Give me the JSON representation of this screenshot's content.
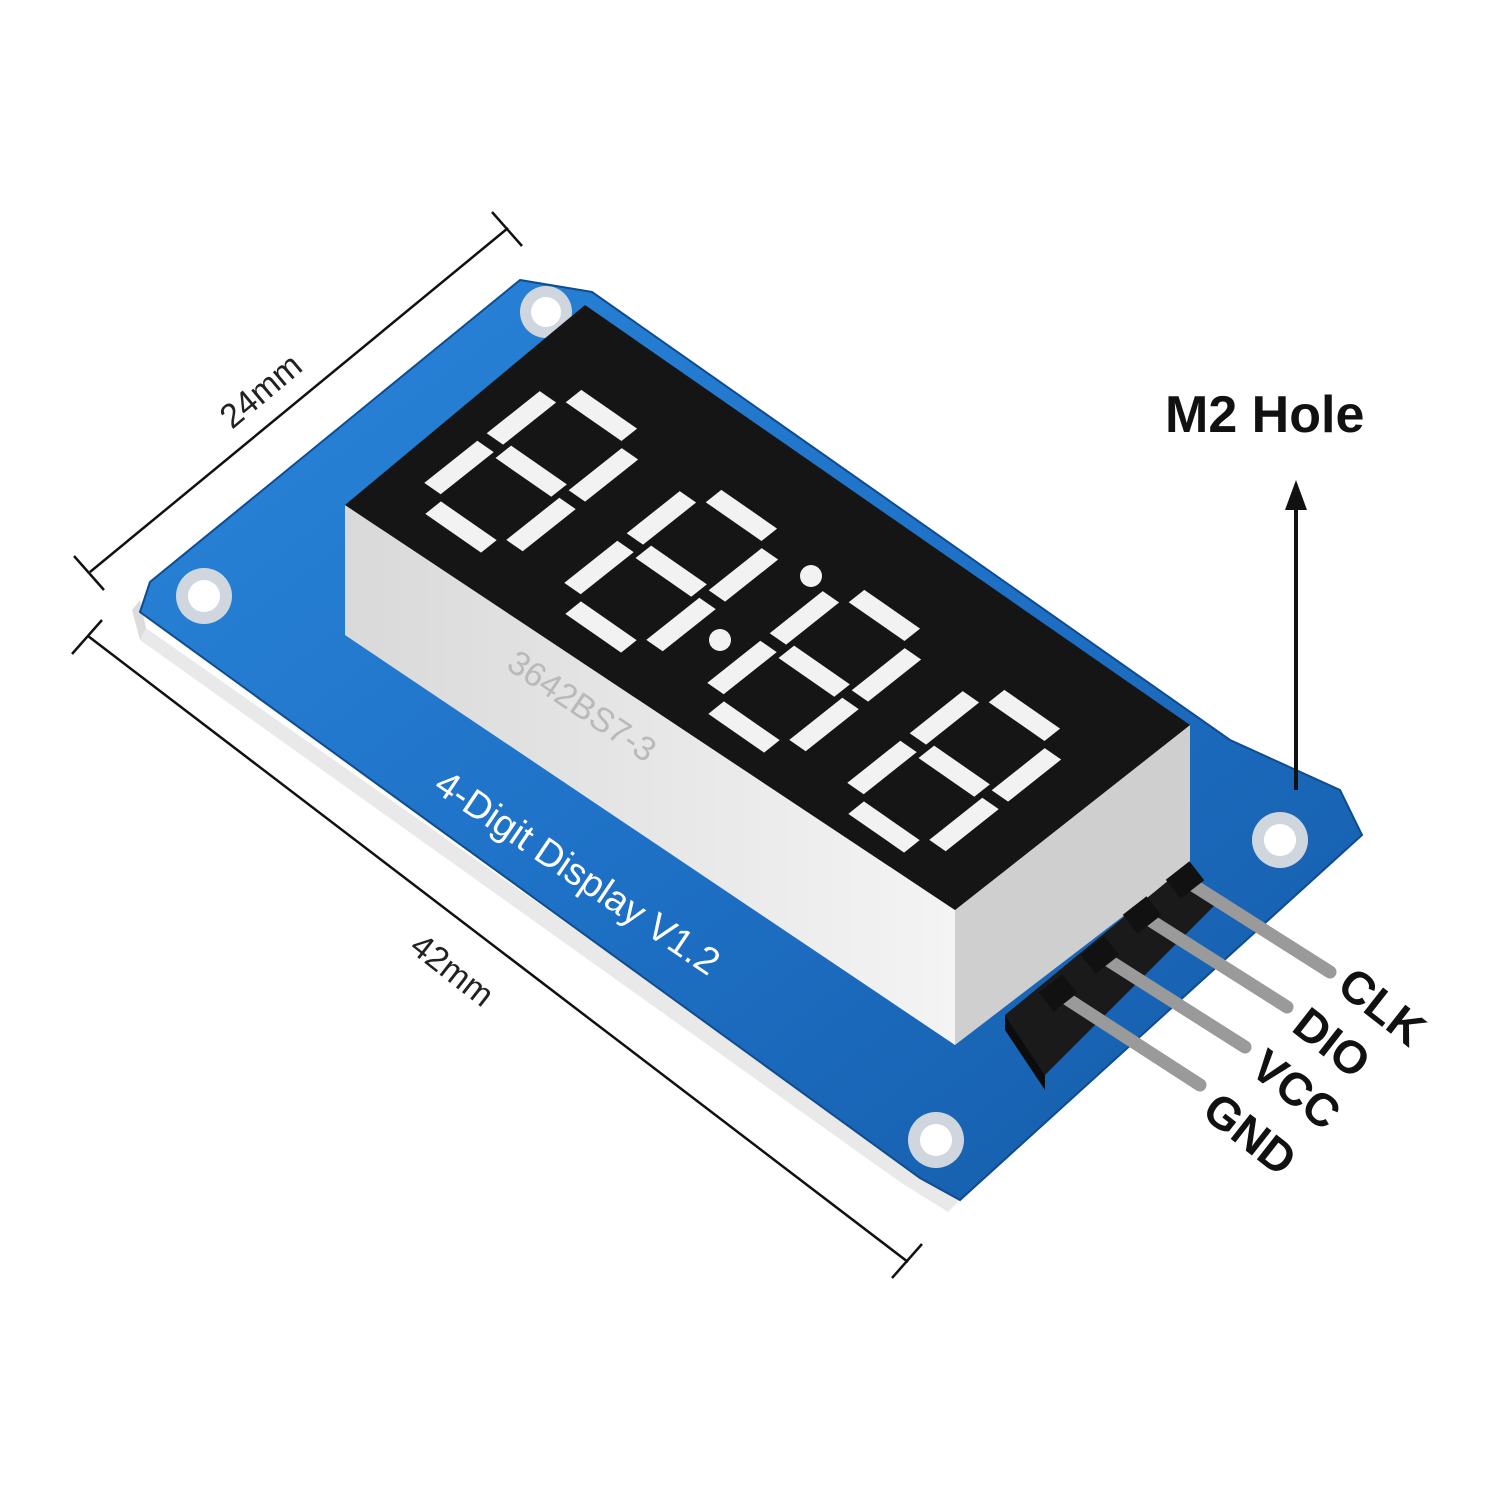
{
  "dimensions": {
    "width_label": "24mm",
    "length_label": "42mm"
  },
  "hole_label": "M2 Hole",
  "board": {
    "silkscreen": "4-Digit Display  V1.2",
    "part_number": "3642BS7-3",
    "pcb_color": "#1d6fc4",
    "display_color": "#151515",
    "segment_color": "#f2f2f2"
  },
  "pins": [
    {
      "label": "CLK"
    },
    {
      "label": "DIO"
    },
    {
      "label": "VCC"
    },
    {
      "label": "GND"
    }
  ],
  "icons": {
    "arrow": "arrow-up-icon"
  }
}
